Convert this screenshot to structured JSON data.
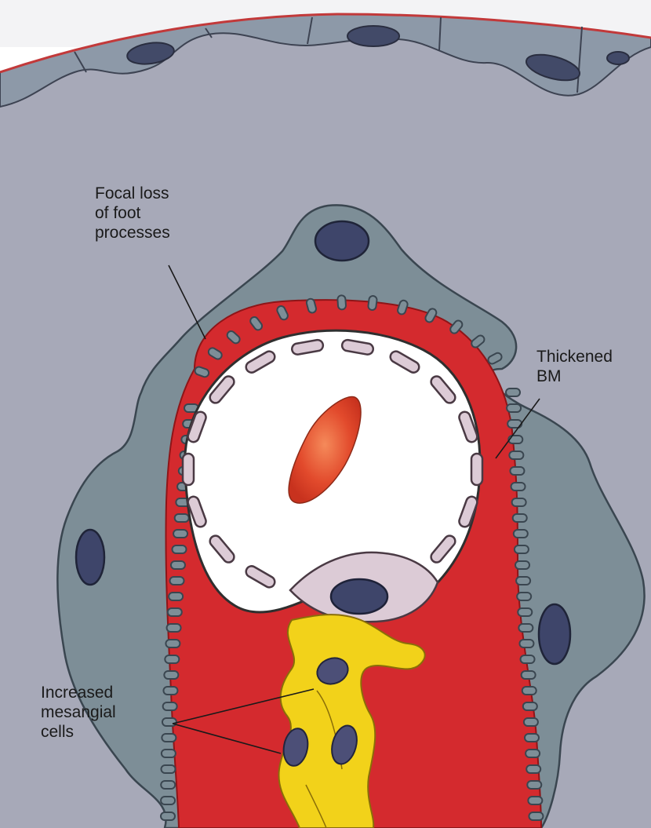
{
  "figure": {
    "labels": {
      "focal_loss": [
        "Focal loss",
        "of foot",
        "processes"
      ],
      "thickened_bm": [
        "Thickened",
        "BM"
      ],
      "increased_mesangial": [
        "Increased",
        "mesangial",
        "cells"
      ]
    },
    "colors": {
      "background_page": "#ffffff",
      "urinary_space": "#a7a9b8",
      "parietal_epithelium": "#8c99a6",
      "parietal_nuclei": "#424a68",
      "podocyte": "#7d8e97",
      "podocyte_nucleus": "#3e456a",
      "basement_membrane": "#d42a2e",
      "capillary_lumen": "#ffffff",
      "endothelium": "#dccbd6",
      "red_blood_cell": "#e04830",
      "mesangium": "#f2d21a",
      "mesangial_nucleus": "#4c4f77"
    }
  }
}
